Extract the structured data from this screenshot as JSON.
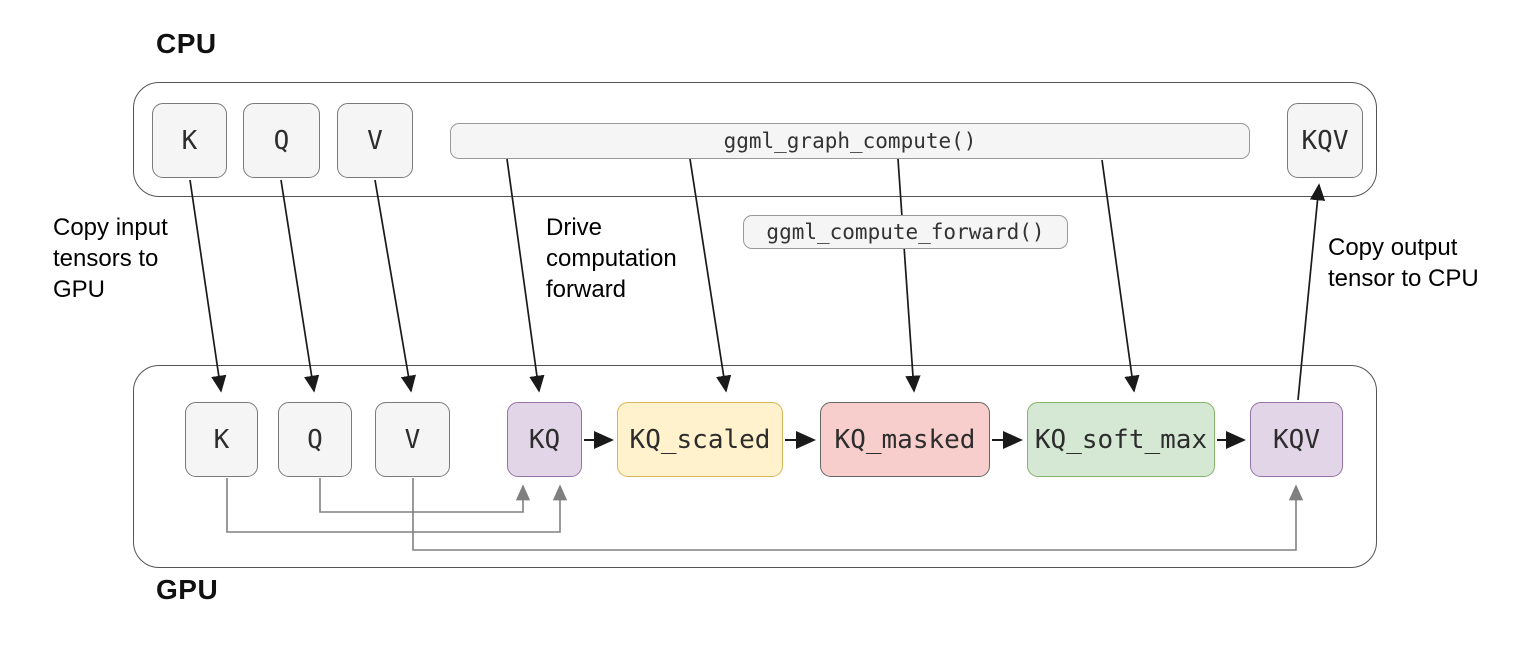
{
  "colors": {
    "node-fill": "#f5f5f5",
    "node-stroke": "#7a7a7a",
    "purple-fill": "#e1d5e7",
    "purple-stroke": "#9673a6",
    "yellow-fill": "#fff2cc",
    "yellow-stroke": "#d6b656",
    "pink-fill": "#f8cecc",
    "pink-stroke": "#666666",
    "green-fill": "#d5e8d4",
    "green-stroke": "#82b366",
    "bar-fill": "#f5f5f5",
    "bar-stroke": "#999999",
    "container-stroke": "#545454",
    "arrow-black": "#1a1a1a",
    "arrow-gray": "#808080"
  },
  "cpu": {
    "label": "CPU",
    "k": "K",
    "q": "Q",
    "v": "V",
    "kqv": "KQV",
    "graph_compute": "ggml_graph_compute()"
  },
  "compute_forward": {
    "label": "ggml_compute_forward()"
  },
  "gpu": {
    "label": "GPU",
    "k": "K",
    "q": "Q",
    "v": "V",
    "kq": "KQ",
    "kq_scaled": "KQ_scaled",
    "kq_masked": "KQ_masked",
    "kq_soft_max": "KQ_soft_max",
    "kqv": "KQV"
  },
  "annotations": {
    "copy_input": [
      "Copy input",
      "tensors to",
      "GPU"
    ],
    "drive": [
      "Drive",
      "computation",
      "forward"
    ],
    "copy_output": [
      "Copy output",
      "tensor to CPU"
    ]
  }
}
